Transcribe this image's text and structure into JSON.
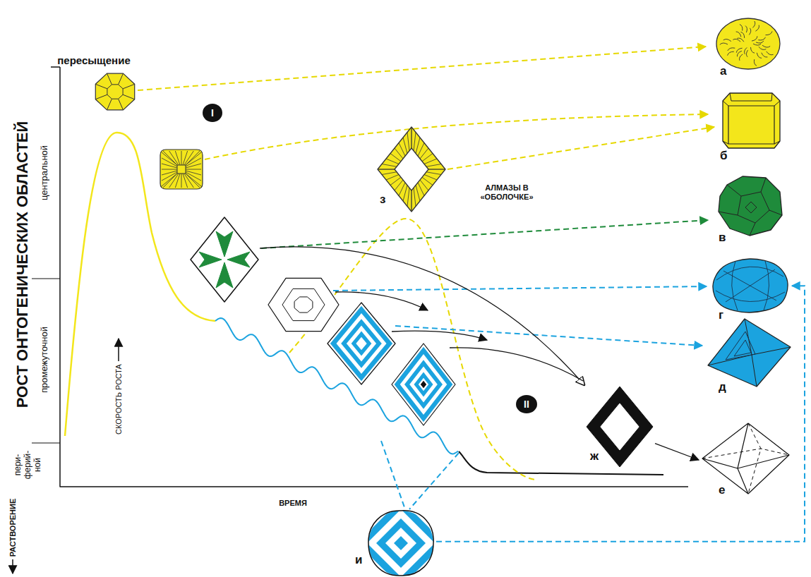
{
  "diagram": {
    "nodes": [
      {
        "text": [
          "I"
        ]
      },
      {
        "text": [
          "з"
        ]
      },
      {
        "text": [
          "II"
        ]
      },
      {
        "text": [
          "ж"
        ]
      },
      {
        "text": [
          "и"
        ]
      },
      {
        "text": [
          "а"
        ]
      },
      {
        "text": [
          "б"
        ]
      },
      {
        "text": [
          "в"
        ]
      },
      {
        "text": [
          "г"
        ]
      },
      {
        "text": [
          "д"
        ]
      },
      {
        "text": [
          "е"
        ]
      }
    ],
    "edges": [
      {
        "from": 1,
        "to": 6,
        "arrow": "to"
      },
      {
        "from": 3,
        "to": 10,
        "arrow": "to"
      },
      {
        "from": 4,
        "to": 8,
        "arrow": "to"
      }
    ],
    "labels": [
      "пересыщение",
      "РОСТ ОНТОГЕНИЧЕСКИХ ОБЛАСТЕЙ",
      "центральной",
      "промежуточной",
      "пери- ферий- ной",
      "СКОРОСТЬ РОСТА",
      "РАСТВОРЕНИЕ",
      "ВРЕМЯ",
      "АЛМАЗЫ В «ОБОЛОЧКЕ»"
    ]
  }
}
